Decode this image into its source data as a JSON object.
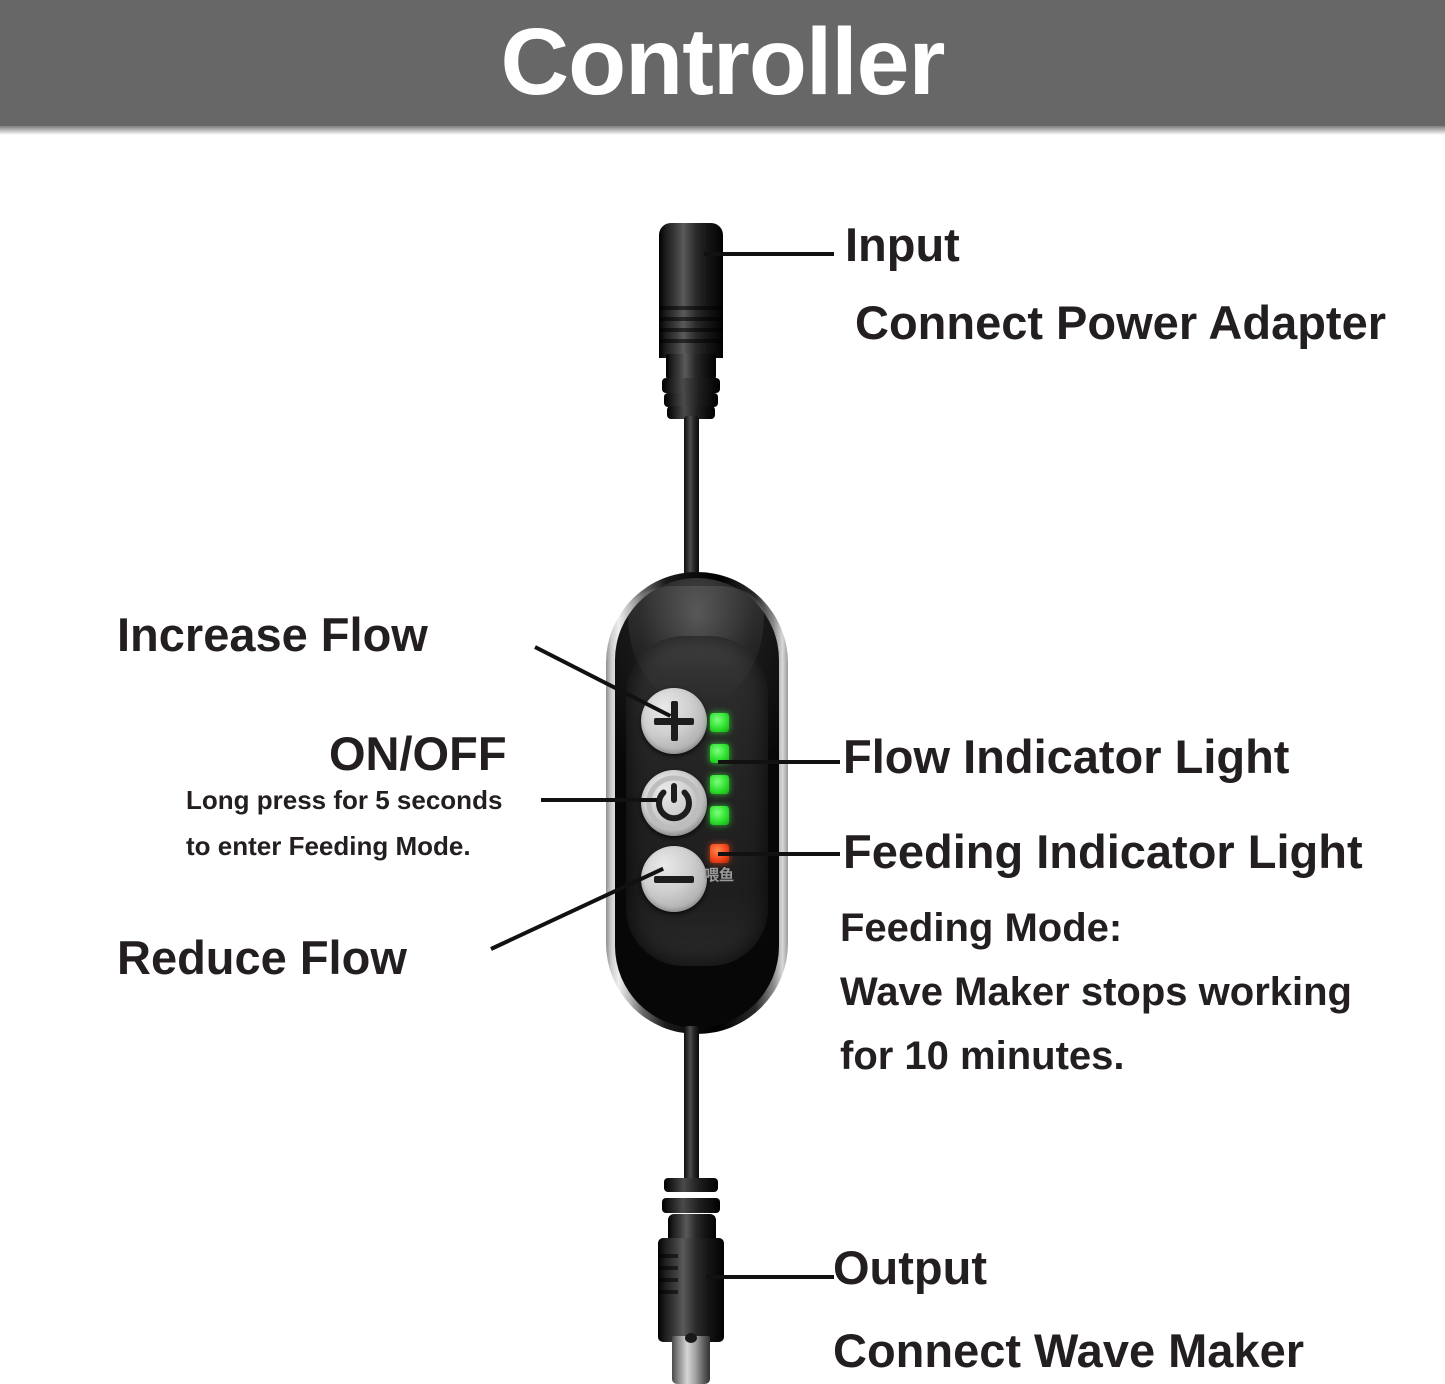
{
  "header": {
    "title": "Controller",
    "background_color": "#676767",
    "text_color": "#ffffff"
  },
  "callouts": {
    "input_title": "Input",
    "input_desc": "Connect Power Adapter",
    "increase_flow": "Increase Flow",
    "onoff_title": "ON/OFF",
    "onoff_note_line1": "Long press for 5 seconds",
    "onoff_note_line2": "to enter Feeding Mode.",
    "reduce_flow": "Reduce Flow",
    "flow_indicator": "Flow Indicator Light",
    "feeding_indicator": "Feeding Indicator Light",
    "feeding_mode_line1": "Feeding Mode:",
    "feeding_mode_line2": "Wave Maker stops working",
    "feeding_mode_line3": "for 10 minutes.",
    "output_title": "Output",
    "output_desc": "Connect Wave Maker"
  },
  "device": {
    "button_increase_icon": "plus-icon",
    "button_power_icon": "power-icon",
    "button_reduce_icon": "minus-icon",
    "flow_led_count": 4,
    "flow_led_color": "#2ee02e",
    "feeding_led_color": "#f2441a",
    "feeding_led_mark": "喂鱼",
    "input_connector": "dc-barrel-jack-female",
    "output_connector": "dc-barrel-plug-male",
    "body_color": "#111111",
    "button_color": "#cfcfcf"
  }
}
